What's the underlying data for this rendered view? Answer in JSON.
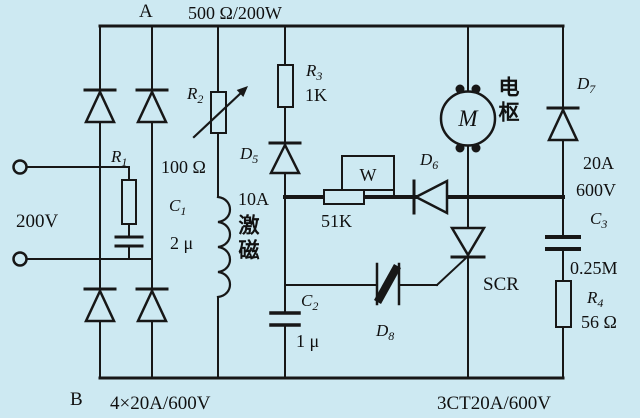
{
  "colors": {
    "background": "#cde9f2",
    "line": "#171717",
    "text": "#111111"
  },
  "nodes": {
    "top": "A",
    "bottom": "B"
  },
  "power": {
    "input_voltage": "200V",
    "ballast_resistor": "500 Ω/200W",
    "bridge_rating": "4×20A/600V",
    "scr_rating": "3CT20A/600V"
  },
  "components": {
    "r1": {
      "ref": "R",
      "sub": "1"
    },
    "c1": {
      "ref": "C",
      "sub": "1",
      "value": "2 μ"
    },
    "r2": {
      "ref": "R",
      "sub": "2",
      "value": "100 Ω"
    },
    "d5": {
      "ref": "D",
      "sub": "5",
      "value": "10A"
    },
    "field_winding": {
      "label": "激磁"
    },
    "r3": {
      "ref": "R",
      "sub": "3",
      "value": "1K"
    },
    "pot_w": {
      "ref": "W",
      "value": "51K"
    },
    "d6": {
      "ref": "D",
      "sub": "6"
    },
    "motor": {
      "ref": "M",
      "label": "电枢"
    },
    "d7": {
      "ref": "D",
      "sub": "7",
      "current": "20A",
      "voltage": "600V"
    },
    "c3": {
      "ref": "C",
      "sub": "3",
      "value": "0.25M"
    },
    "r4": {
      "ref": "R",
      "sub": "4",
      "value": "56 Ω"
    },
    "c2": {
      "ref": "C",
      "sub": "2",
      "value": "1 μ"
    },
    "d8": {
      "ref": "D",
      "sub": "8"
    },
    "scr": {
      "ref": "SCR"
    }
  }
}
